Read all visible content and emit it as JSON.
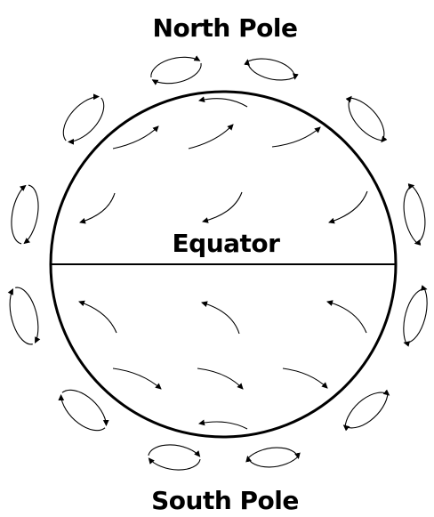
{
  "labels": {
    "north": "North Pole",
    "equator": "Equator",
    "south": "South Pole"
  },
  "colors": {
    "stroke": "#000000",
    "background": "#ffffff"
  }
}
